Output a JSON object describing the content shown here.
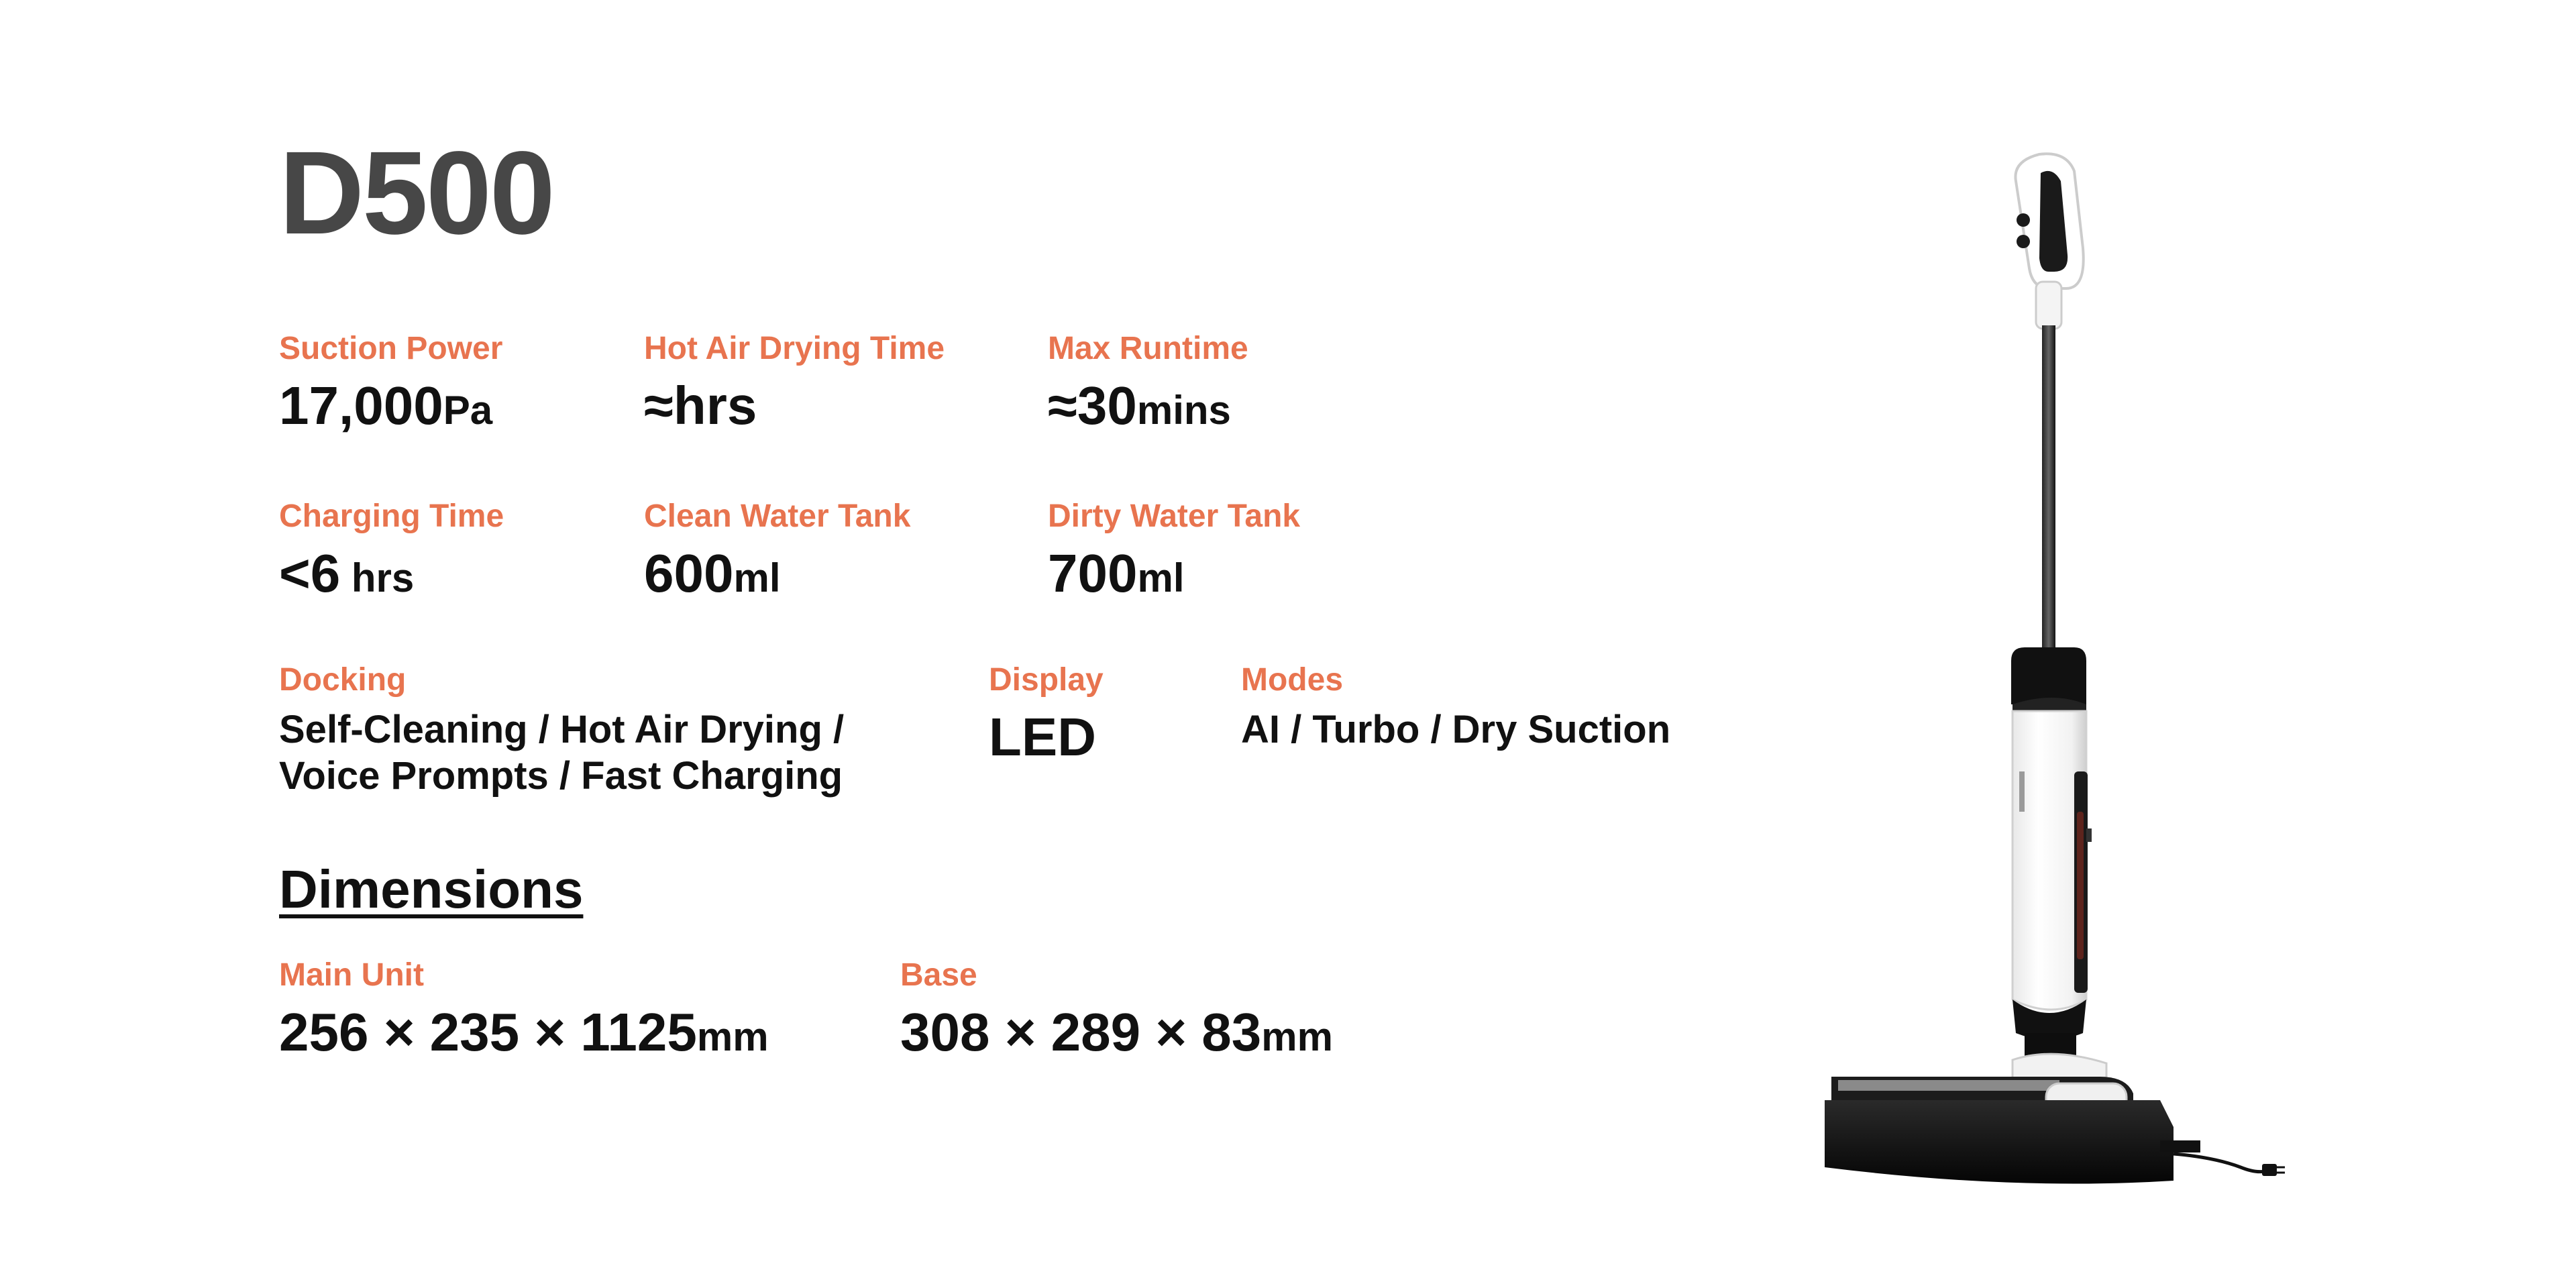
{
  "title": "D500",
  "specs": {
    "suction": {
      "label": "Suction Power",
      "value": "17,000",
      "unit": "Pa"
    },
    "hot_air": {
      "label": "Hot Air Drying Time",
      "value": "≈hrs",
      "unit": ""
    },
    "runtime": {
      "label": "Max Runtime",
      "value": "≈30",
      "unit": "mins"
    },
    "charging": {
      "label": "Charging Time",
      "value": "<6",
      "unit": " hrs"
    },
    "clean_tank": {
      "label": "Clean Water Tank",
      "value": "600",
      "unit": "ml"
    },
    "dirty_tank": {
      "label": "Dirty Water Tank",
      "value": "700",
      "unit": "ml"
    },
    "docking": {
      "label": "Docking",
      "line1": "Self-Cleaning / Hot Air Drying /",
      "line2": "Voice Prompts / Fast Charging"
    },
    "display": {
      "label": "Display",
      "value": "LED"
    },
    "modes": {
      "label": "Modes",
      "value": "AI / Turbo / Dry Suction"
    }
  },
  "dimensions": {
    "title": "Dimensions",
    "main_unit": {
      "label": "Main Unit",
      "value": "256 × 235 × 1125",
      "unit": "mm"
    },
    "base": {
      "label": "Base",
      "value": "308 × 289 × 83",
      "unit": "mm"
    }
  },
  "colors": {
    "accent": "#e8744f",
    "title": "#474747",
    "text": "#111111",
    "background": "#ffffff"
  },
  "image": {
    "icon": "vacuum-product-image"
  }
}
